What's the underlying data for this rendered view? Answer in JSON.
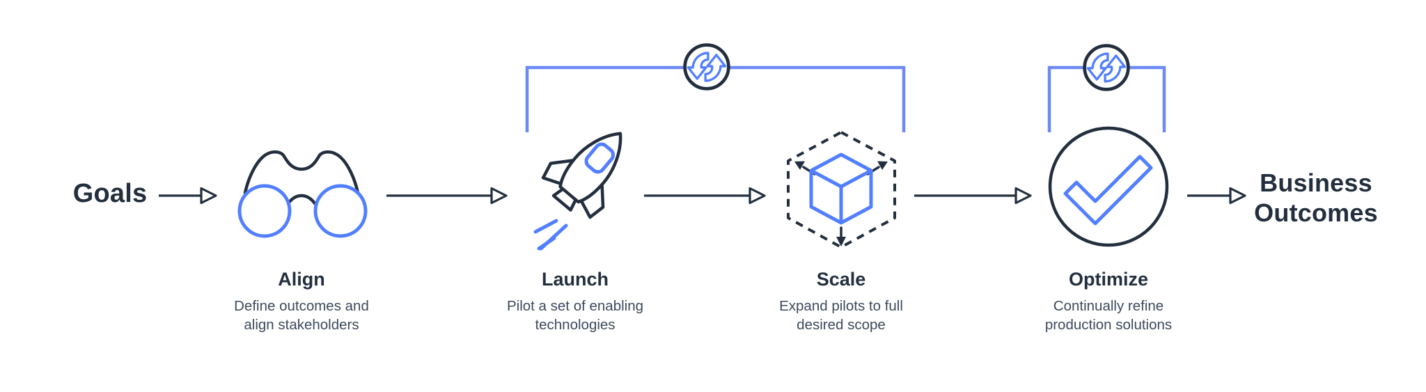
{
  "colors": {
    "ink": "#232f3e",
    "ink-soft": "#3d4a5c",
    "blue": "#527fff",
    "blue-light": "#6c89f6",
    "bg": "#ffffff"
  },
  "flow": {
    "start_label": "Goals",
    "end_label_line1": "Business",
    "end_label_line2": "Outcomes"
  },
  "stages": [
    {
      "title": "Align",
      "description_line1": "Define outcomes and",
      "description_line2": "align stakeholders",
      "icon": "binoculars-icon"
    },
    {
      "title": "Launch",
      "description_line1": "Pilot a set of enabling",
      "description_line2": "technologies",
      "icon": "rocket-icon"
    },
    {
      "title": "Scale",
      "description_line1": "Expand pilots to full",
      "description_line2": "desired scope",
      "icon": "scale-cube-icon"
    },
    {
      "title": "Optimize",
      "description_line1": "Continually refine",
      "description_line2": "production solutions",
      "icon": "check-circle-icon"
    }
  ],
  "loops": [
    {
      "name": "launch-scale-iteration-loop",
      "icon": "sync-icon"
    },
    {
      "name": "optimize-iteration-loop",
      "icon": "sync-icon"
    }
  ]
}
